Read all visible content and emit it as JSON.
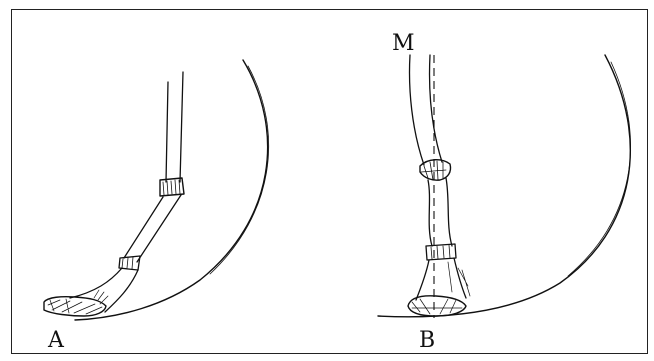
{
  "labels": {
    "a": "A",
    "b": "B",
    "m": "M"
  },
  "colors": {
    "ink": "#111111",
    "background": "#ffffff"
  }
}
